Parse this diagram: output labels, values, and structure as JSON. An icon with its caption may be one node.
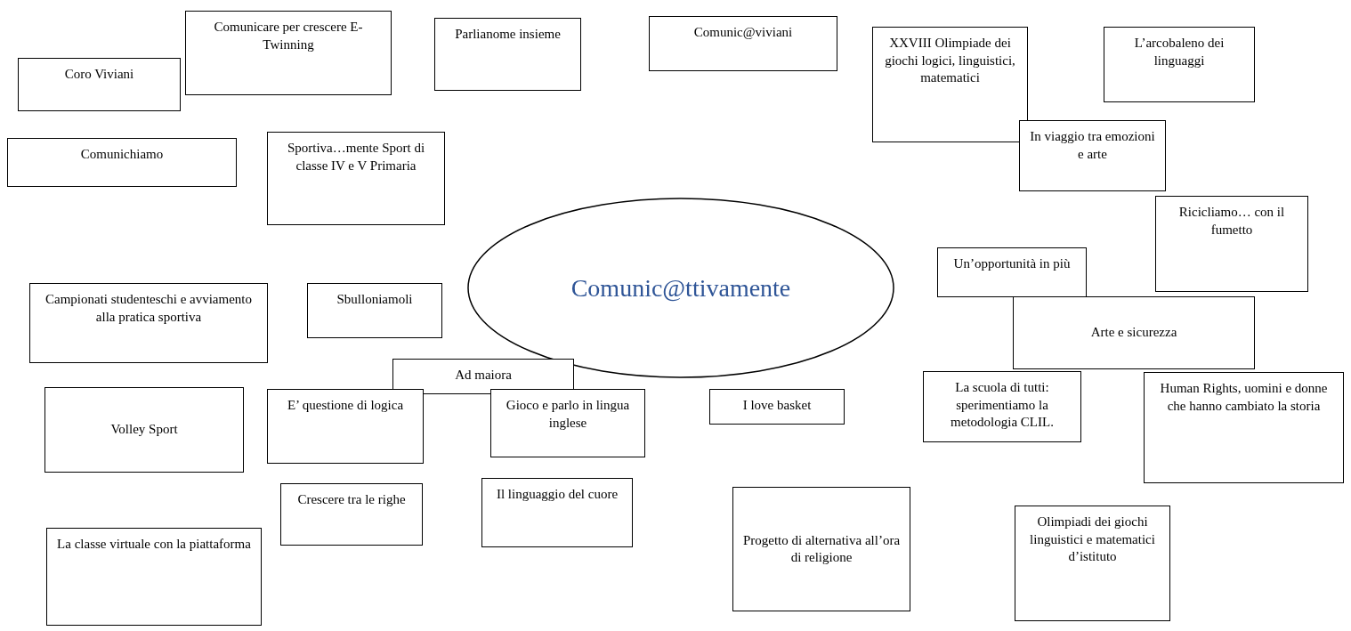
{
  "diagram": {
    "nodes": [
      {
        "text": [
          "Comunicare per crescere E- Twinning"
        ]
      },
      {
        "text": [
          "Parlianome insieme"
        ]
      },
      {
        "text": [
          "Comunic@viviani"
        ]
      },
      {
        "text": [
          "Coro Viviani"
        ]
      },
      {
        "text": [
          "XXVIII Olimpiade dei giochi logici, linguistici, matematici"
        ]
      },
      {
        "text": [
          "L’arcobaleno dei linguaggi"
        ]
      },
      {
        "text": [
          "Comunichiamo"
        ]
      },
      {
        "text": [
          "Sportiva…mente Sport di classe IV e V Primaria"
        ]
      },
      {
        "text": [
          "In viaggio tra emozioni e arte"
        ]
      },
      {
        "text": [
          "Comunic@ttivamente"
        ]
      },
      {
        "text": [
          "Ricicliamo… con il fumetto"
        ]
      },
      {
        "text": [
          "Un’opportunità in più"
        ]
      },
      {
        "text": [
          "Campionati studenteschi e avviamento alla pratica sportiva"
        ]
      },
      {
        "text": [
          "Sbulloniamoli"
        ]
      },
      {
        "text": [
          "Arte e sicurezza"
        ]
      },
      {
        "text": [
          "Ad maiora"
        ]
      },
      {
        "text": [
          "Volley Sport"
        ]
      },
      {
        "text": [
          "E’ questione di logica"
        ]
      },
      {
        "text": [
          "Gioco e parlo in lingua inglese"
        ]
      },
      {
        "text": [
          "I love basket"
        ]
      },
      {
        "text": [
          "La scuola di tutti: sperimentiamo la metodologia CLIL."
        ]
      },
      {
        "text": [
          "Human Rights, uomini e donne che hanno cambiato la storia"
        ]
      },
      {
        "text": [
          "Il linguaggio del cuore"
        ]
      },
      {
        "text": [
          "Crescere tra le righe"
        ]
      },
      {
        "text": [
          "Progetto di alternativa all’ora di religione"
        ]
      },
      {
        "text": [
          "Olimpiadi dei giochi linguistici e matematici d’istituto"
        ]
      },
      {
        "text": [
          "La classe virtuale con la piattaforma"
        ]
      }
    ]
  }
}
